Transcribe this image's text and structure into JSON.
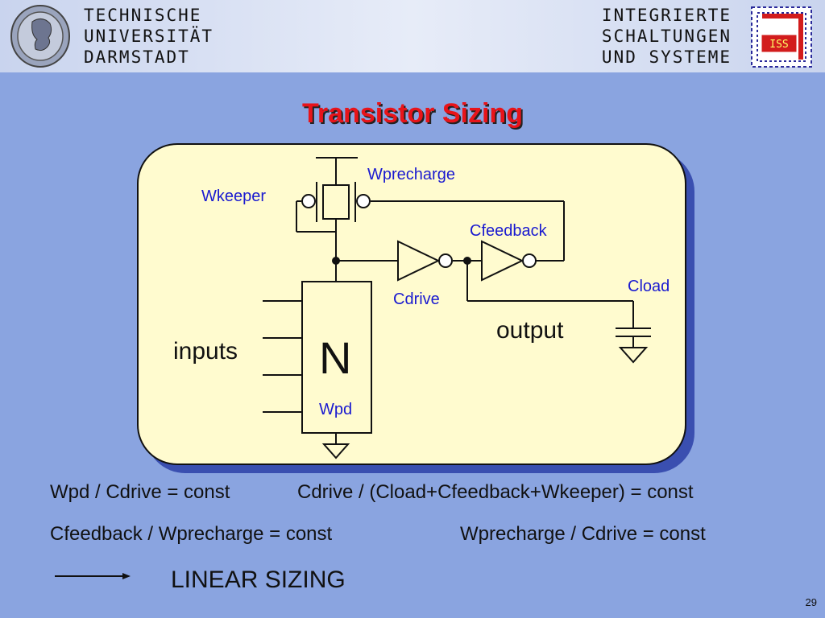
{
  "header": {
    "left_lines": [
      "TECHNISCHE",
      "UNIVERSITÄT",
      "DARMSTADT"
    ],
    "right_lines": [
      "INTEGRIERTE",
      "SCHALTUNGEN",
      "UND SYSTEME"
    ],
    "logo_text": "ISS",
    "seal_icon": "university-seal-icon"
  },
  "title": "Transistor Sizing",
  "circuit": {
    "wprecharge": "Wprecharge",
    "wkeeper": "Wkeeper",
    "cfeedback": "Cfeedback",
    "cdrive": "Cdrive",
    "cload": "Cload",
    "output": "output",
    "inputs": "inputs",
    "n_block": "N",
    "wpd": "Wpd"
  },
  "equations": {
    "eq1": "Wpd / Cdrive = const",
    "eq2": "Cdrive / (Cload+Cfeedback+Wkeeper) = const",
    "eq3": "Cfeedback / Wprecharge = const",
    "eq4": "Wprecharge / Cdrive = const"
  },
  "conclusion": "LINEAR SIZING",
  "page_number": "29"
}
